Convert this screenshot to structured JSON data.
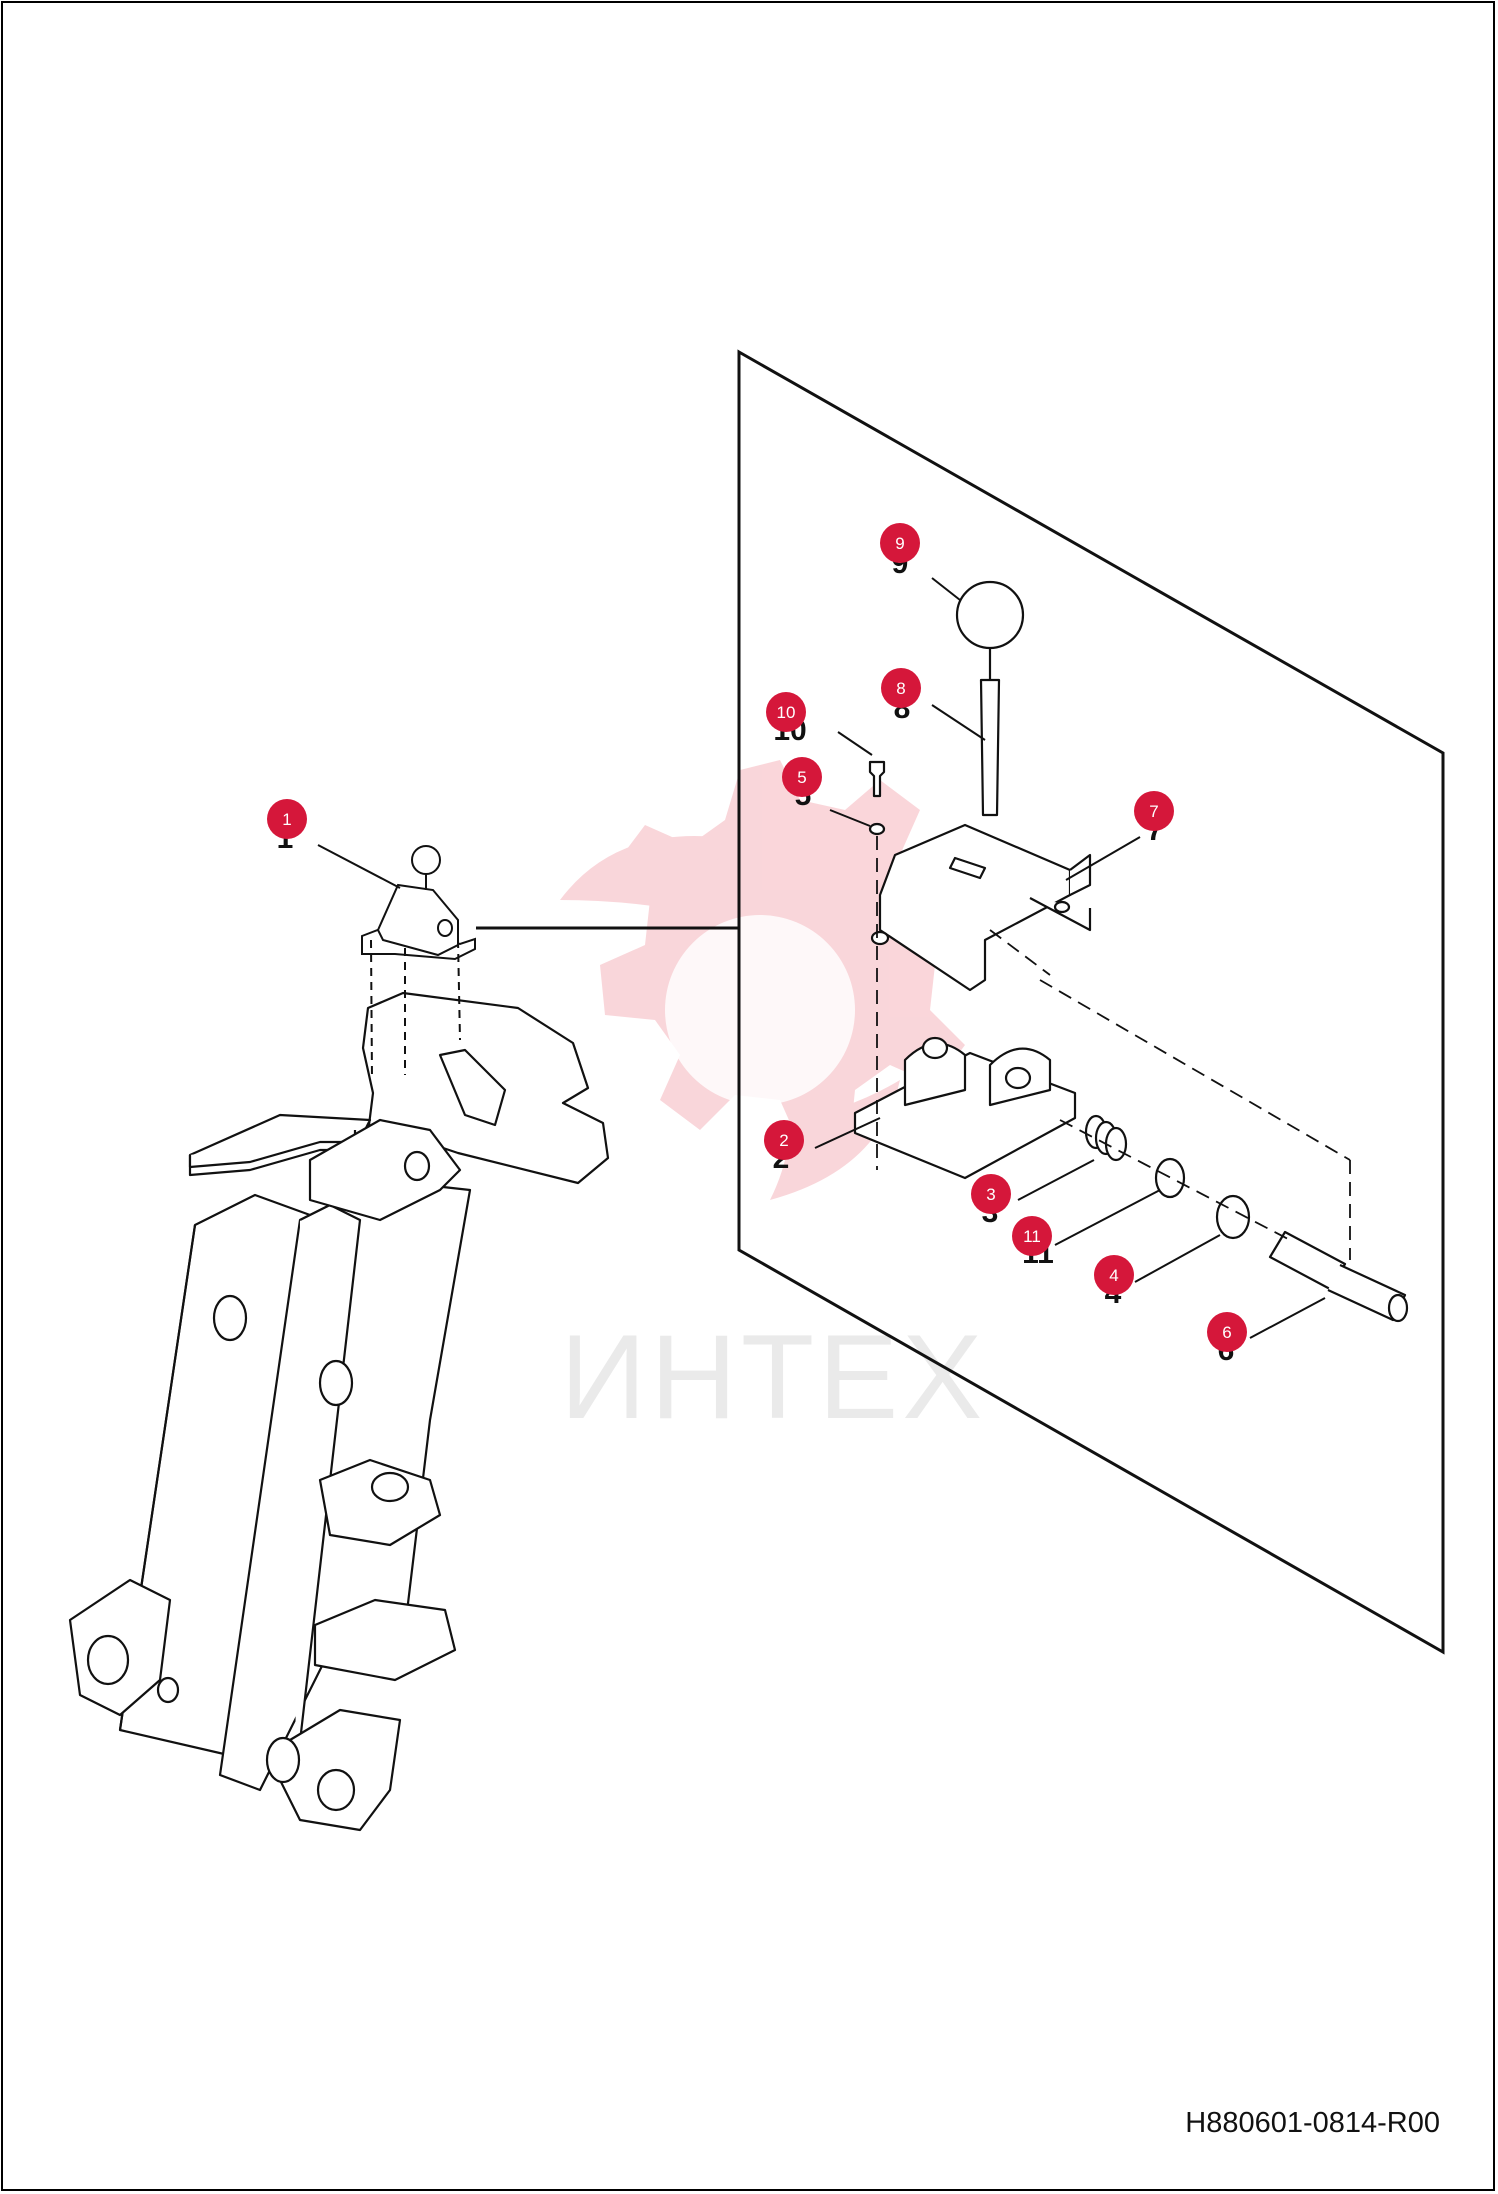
{
  "document_id": "H880601-0814-R00",
  "watermark": {
    "text": "ИНТЕХ",
    "color": "#f5b5bc"
  },
  "colors": {
    "badge": "#d5173a",
    "line": "#111111"
  },
  "callouts": [
    {
      "id": "1",
      "label": "1"
    },
    {
      "id": "2",
      "label": "2"
    },
    {
      "id": "3",
      "label": "3"
    },
    {
      "id": "4",
      "label": "4"
    },
    {
      "id": "5",
      "label": "5"
    },
    {
      "id": "6",
      "label": "6"
    },
    {
      "id": "7",
      "label": "7"
    },
    {
      "id": "8",
      "label": "8"
    },
    {
      "id": "9",
      "label": "9"
    },
    {
      "id": "10",
      "label": "10"
    },
    {
      "id": "11",
      "label": "11"
    }
  ]
}
